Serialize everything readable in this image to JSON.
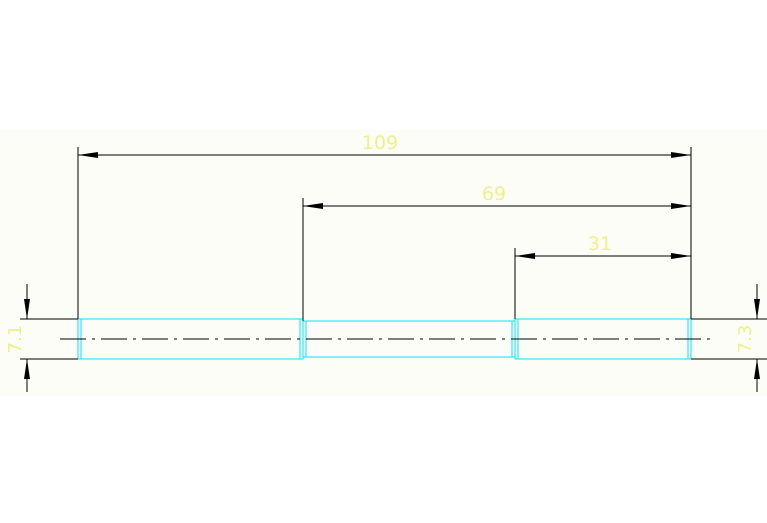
{
  "colors": {
    "background": "#ffffff",
    "drawing_area": "#fbfdf6",
    "dimension_lines": "#000000",
    "part_outline": "#00e5ff",
    "centerline": "#000000",
    "dimension_text": "#f0f08a"
  },
  "dimensions": {
    "overall_length": "109",
    "middle_length": "69",
    "right_length": "31",
    "left_diameter": "7.1",
    "right_diameter": "7.3"
  }
}
